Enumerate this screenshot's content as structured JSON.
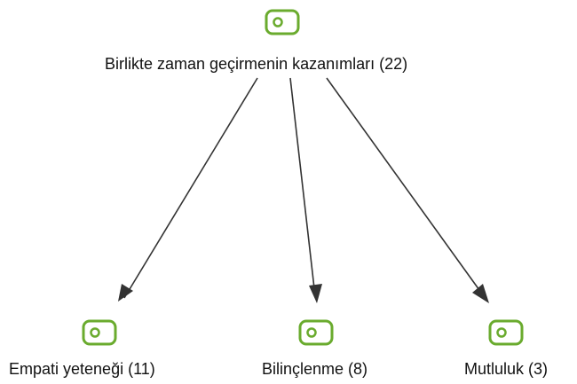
{
  "colors": {
    "icon_stroke": "#6aab2e",
    "edge_stroke": "#333333",
    "text": "#111111",
    "background": "#ffffff"
  },
  "root": {
    "label": "Birlikte zaman geçirmenin kazanımları (22)",
    "icon": "code-tag-icon"
  },
  "children": [
    {
      "label": "Empati yeteneği (11)",
      "icon": "code-tag-icon"
    },
    {
      "label": "Bilinçlenme (8)",
      "icon": "code-tag-icon"
    },
    {
      "label": "Mutluluk (3)",
      "icon": "code-tag-icon"
    }
  ]
}
